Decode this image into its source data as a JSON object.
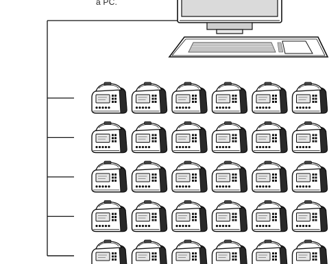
{
  "caption": "a PC.",
  "diagram": {
    "computer": {
      "name": "pc"
    },
    "connection_rows": 5,
    "devices_per_row": 6,
    "device_name": "thermal-cycler",
    "colors": {
      "line": "#111111",
      "screen": "#d8d8d8",
      "body": "#ffffff",
      "dark": "#2a2a2a"
    }
  }
}
